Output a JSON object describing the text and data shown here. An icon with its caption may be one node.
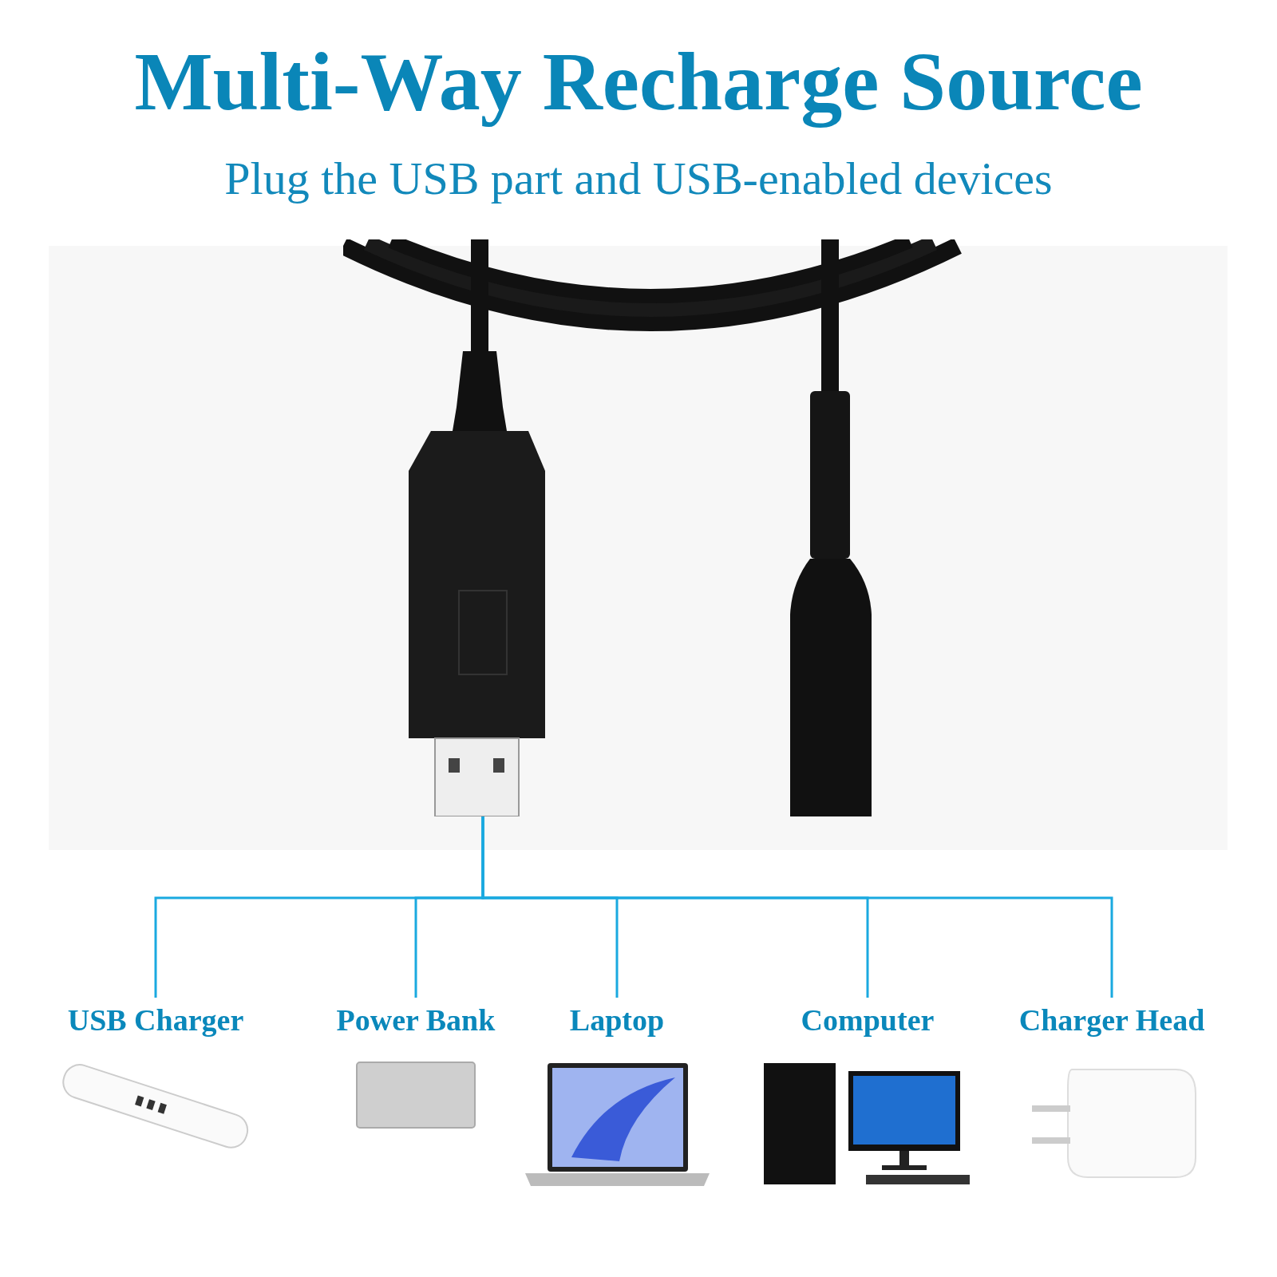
{
  "diagram": {
    "title": "Multi-Way Recharge Source",
    "nodes": [
      {
        "text": [],
        "shape": "picture"
      },
      {
        "text": [
          "USB Charger"
        ]
      },
      {
        "text": [
          "Power Bank"
        ]
      },
      {
        "text": [
          "Laptop"
        ]
      },
      {
        "text": [
          "Computer"
        ]
      },
      {
        "text": [
          "Charger Head"
        ]
      }
    ],
    "edges": [
      {
        "from": 0,
        "to": 1,
        "arrow": "none"
      },
      {
        "from": 0,
        "to": 2,
        "arrow": "none"
      },
      {
        "from": 0,
        "to": 3,
        "arrow": "none"
      },
      {
        "from": 0,
        "to": 4,
        "arrow": "none"
      },
      {
        "from": 0,
        "to": 5,
        "arrow": "none"
      }
    ],
    "labels": [
      "Plug the USB part and USB-enabled devices"
    ]
  }
}
